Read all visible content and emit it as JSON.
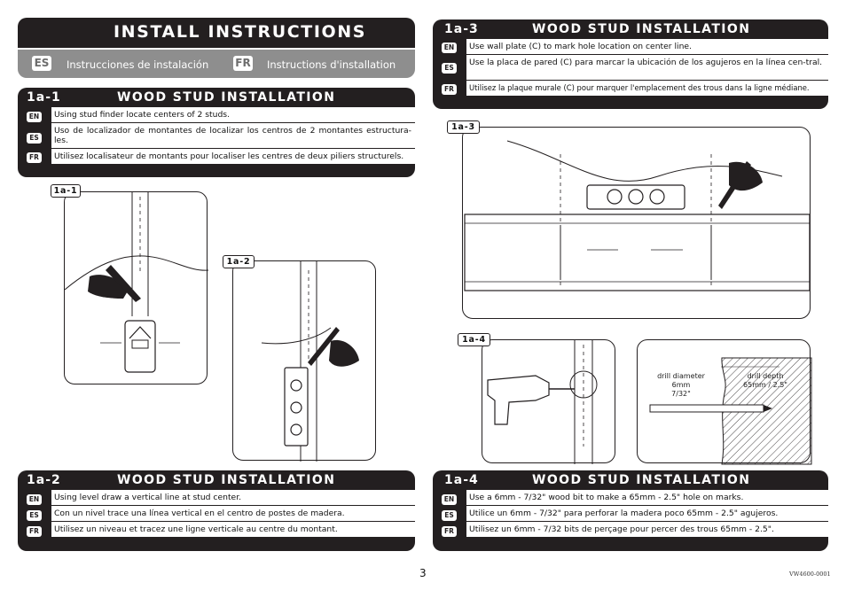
{
  "header": {
    "title": "INSTALL INSTRUCTIONS",
    "languages": [
      {
        "code": "ES",
        "label": "Instrucciones de instalación"
      },
      {
        "code": "FR",
        "label": "Instructions d'installation"
      }
    ]
  },
  "sections": {
    "s1": {
      "number": "1a-1",
      "title": "WOOD STUD INSTALLATION",
      "rows": [
        {
          "lang": "EN",
          "text": "Using stud finder locate centers of 2 studs."
        },
        {
          "lang": "ES",
          "text": "Uso de localizador de montantes de localizar los centros de 2 montantes estructura-les."
        },
        {
          "lang": "FR",
          "text": "Utilisez localisateur de montants pour localiser les centres de deux piliers structurels."
        }
      ]
    },
    "s2": {
      "number": "1a-2",
      "title": "WOOD STUD INSTALLATION",
      "rows": [
        {
          "lang": "EN",
          "text": "Using level draw a vertical line at stud center."
        },
        {
          "lang": "ES",
          "text": "Con un nivel trace una línea vertical en el centro de postes de madera."
        },
        {
          "lang": "FR",
          "text": "Utilisez un niveau et tracez une ligne verticale au centre du montant."
        }
      ]
    },
    "s3": {
      "number": "1a-3",
      "title": "WOOD STUD INSTALLATION",
      "rows": [
        {
          "lang": "EN",
          "text": "Use wall plate (C) to mark hole location on center line."
        },
        {
          "lang": "ES",
          "text": "Use la placa de pared (C) para marcar la ubicación de los agujeros en la línea cen-tral."
        },
        {
          "lang": "FR",
          "text": "Utilisez la plaque murale (C) pour marquer l'emplacement des trous dans la ligne médiane."
        }
      ]
    },
    "s4": {
      "number": "1a-4",
      "title": "WOOD STUD INSTALLATION",
      "rows": [
        {
          "lang": "EN",
          "text": "Use a 6mm - 7/32\" wood bit to make a 65mm - 2.5\" hole on marks."
        },
        {
          "lang": "ES",
          "text": "Utilice un 6mm - 7/32\" para perforar la madera poco 65mm - 2.5\" agujeros."
        },
        {
          "lang": "FR",
          "text": "Utilisez un 6mm - 7/32 bits de perçage pour percer des trous 65mm - 2.5\"."
        }
      ]
    }
  },
  "figures": {
    "f1": "1a-1",
    "f2": "1a-2",
    "f3": "1a-3",
    "f4": "1a-4",
    "drill_diameter_label": "drill diameter",
    "drill_diameter_mm": "6mm",
    "drill_diameter_in": "7/32\"",
    "drill_depth_label": "drill depth",
    "drill_depth_value": "65mm / 2.5\""
  },
  "footer": {
    "page_number": "3",
    "doc_id": "VW4600-0001"
  }
}
